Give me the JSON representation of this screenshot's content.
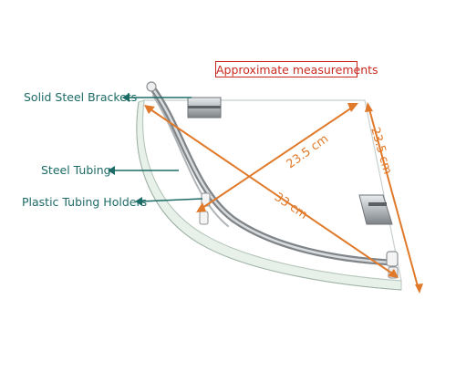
{
  "note": "Approximate measurements",
  "callouts": {
    "brackets": "Solid Steel Brackets",
    "tubing": "Steel Tubing",
    "holders": "Plastic Tubing Holders"
  },
  "dimensions": {
    "diagonal": "23.5 cm",
    "front": "33 cm",
    "side": "23.5 cm"
  },
  "colors": {
    "callout": "#1c6b66",
    "dimension": "#e07a2a",
    "note_border": "#c8281e"
  }
}
